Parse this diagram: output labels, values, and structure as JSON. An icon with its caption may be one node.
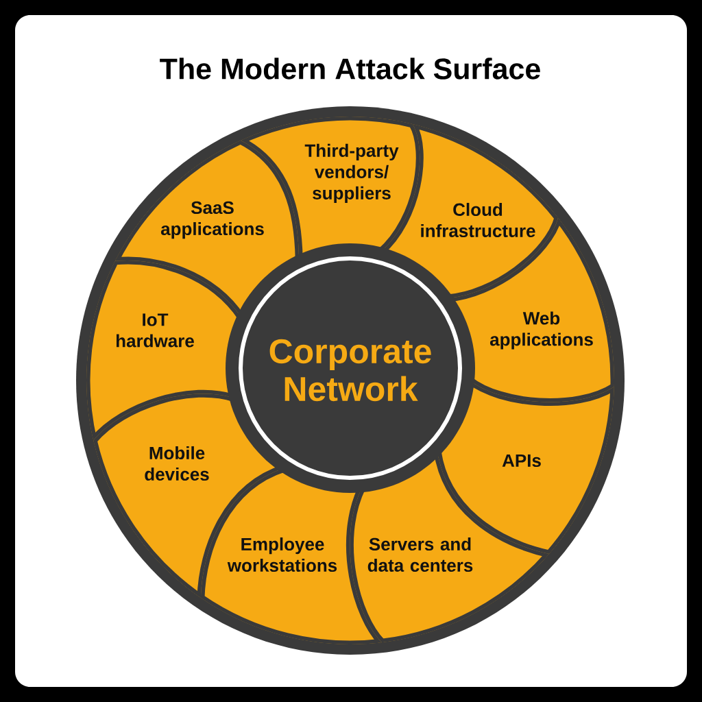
{
  "diagram": {
    "title": "The Modern Attack Surface",
    "nodes": [
      {
        "text": [
          "Third-party vendors/ suppliers"
        ]
      },
      {
        "text": [
          "SaaS applications"
        ]
      },
      {
        "text": [
          "Cloud infrastructure"
        ]
      },
      {
        "text": [
          "IoT hardware"
        ]
      },
      {
        "text": [
          "Web applications"
        ]
      },
      {
        "text": [
          "Corporate Network"
        ]
      },
      {
        "text": [
          "Mobile devices"
        ]
      },
      {
        "text": [
          "APIs"
        ]
      },
      {
        "text": [
          "Employee workstations"
        ]
      },
      {
        "text": [
          "Servers and data centers"
        ]
      }
    ]
  }
}
